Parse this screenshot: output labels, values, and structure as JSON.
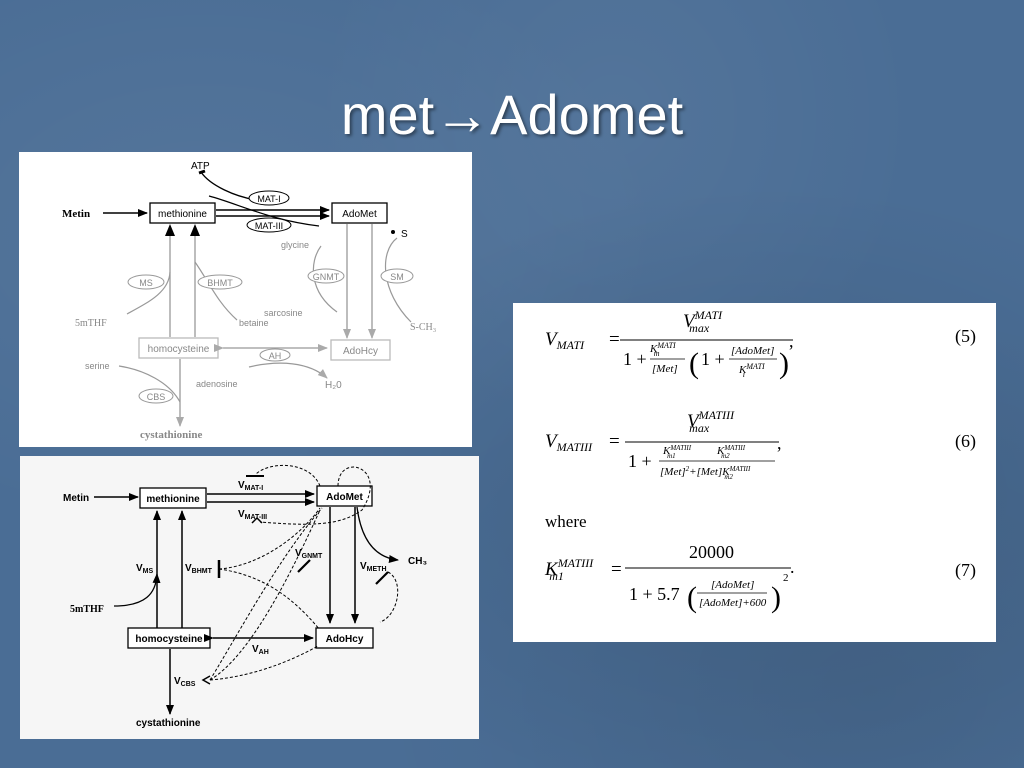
{
  "slide": {
    "title_main": "met",
    "title_arrow": "→",
    "title_end": "Adomet"
  },
  "diagram1": {
    "atp": "ATP",
    "metin": "Metin",
    "methionine": "methionine",
    "adomet": "AdoMet",
    "mat1": "MAT-I",
    "mat3": "MAT-III",
    "glycine": "glycine",
    "s": "S",
    "gnmt": "GNMT",
    "sm": "SM",
    "ms": "MS",
    "bhmt": "BHMT",
    "fivemthf": "5mTHF",
    "sarcosine": "sarcosine",
    "betaine": "betaine",
    "sch3": "S-CH₃",
    "homocysteine": "homocysteine",
    "adohcy": "AdoHcy",
    "ah": "AH",
    "serine": "serine",
    "adenosine": "adenosine",
    "h2o": "H₂0",
    "cbs": "CBS",
    "cystathionine": "cystathionine"
  },
  "diagram2": {
    "metin": "Metin",
    "methionine": "methionine",
    "adomet": "AdoMet",
    "vmat1": "V",
    "vmat1_sub": "MAT-I",
    "vmat3": "V",
    "vmat3_sub": "MAT-III",
    "vms": "V",
    "vms_sub": "MS",
    "vbhmt": "V",
    "vbhmt_sub": "BHMT",
    "vgnmt": "V",
    "vgnmt_sub": "GNMT",
    "vmeth": "V",
    "vmeth_sub": "METH",
    "ch3": "CH₃",
    "fivemthf": "5mTHF",
    "homocysteine": "homocysteine",
    "adohcy": "AdoHcy",
    "vah": "V",
    "vah_sub": "AH",
    "vcbs": "V",
    "vcbs_sub": "CBS",
    "cystathionine": "cystathionine"
  },
  "equations": {
    "eq5_number": "(5)",
    "eq6_number": "(6)",
    "eq7_number": "(7)",
    "where": "where",
    "eq5_lhs_v": "V",
    "eq5_lhs_sub": "MATI",
    "eq5_num_v": "V",
    "eq5_num_sup": "MATI",
    "eq5_num_sub": "max",
    "eq5_one": "1 +",
    "eq5_km": "K",
    "eq5_km_sup": "MATI",
    "eq5_km_sub": "m",
    "eq5_met": "[Met]",
    "eq5_inner_one": "1 +",
    "eq5_adomet": "[AdoMet]",
    "eq5_ki": "K",
    "eq5_ki_sup": "MATI",
    "eq5_ki_sub": "i",
    "eq6_lhs_v": "V",
    "eq6_lhs_sub": "MATIII",
    "eq6_num_v": "V",
    "eq6_num_sup": "MATIII",
    "eq6_num_sub": "max",
    "eq6_one": "1 +",
    "eq6_k1": "K",
    "eq6_k1_sup": "MATIII",
    "eq6_k1_sub": "m1",
    "eq6_k2": "K",
    "eq6_k2_sup": "MATIII",
    "eq6_k2_sub": "m2",
    "eq6_den_a": "[Met]",
    "eq6_den_sq": "2",
    "eq6_den_b": "+[Met]K",
    "eq6_den_sup": "MATIII",
    "eq6_den_sub": "m2",
    "eq7_lhs_k": "K",
    "eq7_lhs_sup": "MATIII",
    "eq7_lhs_sub": "m1",
    "eq7_num": "20000",
    "eq7_den_a": "1 + 5.7",
    "eq7_frac_num": "[AdoMet]",
    "eq7_frac_den": "[AdoMet]+600",
    "eq7_exp": "2"
  }
}
